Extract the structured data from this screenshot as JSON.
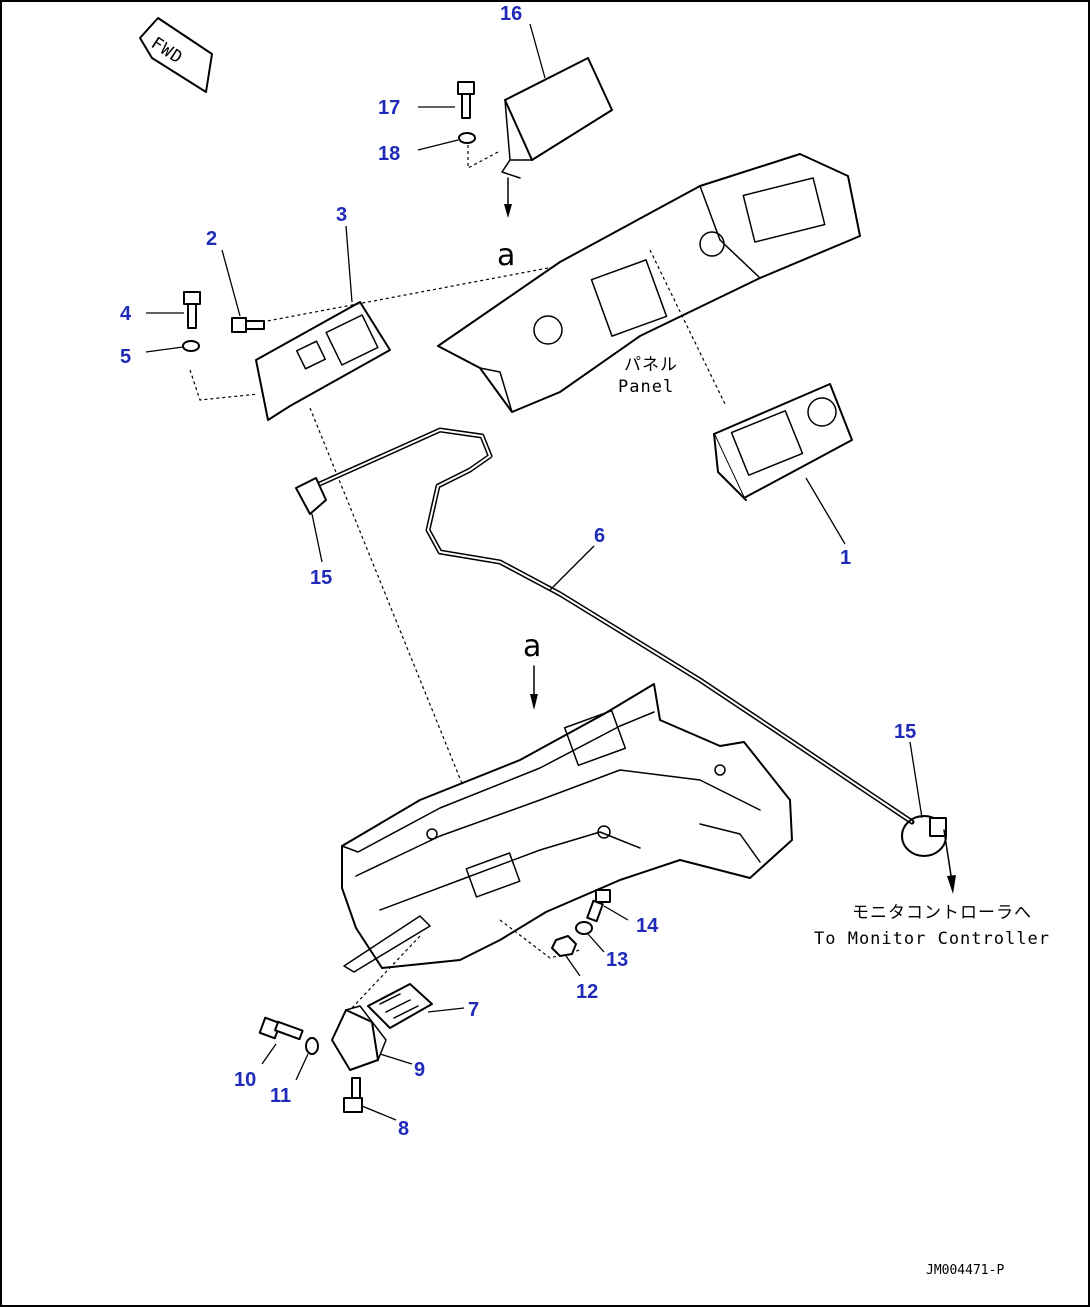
{
  "figure": {
    "code": "JM004471-P",
    "fwd_label": "FWD",
    "ref_letter_top": "a",
    "ref_letter_main": "a"
  },
  "annotations": {
    "panel_jp": "パネル",
    "panel_en": "Panel",
    "controller_jp": "モニタコントローラへ",
    "controller_en": "To Monitor Controller"
  },
  "callouts": [
    {
      "id": "c1",
      "label": "1"
    },
    {
      "id": "c2",
      "label": "2"
    },
    {
      "id": "c3",
      "label": "3"
    },
    {
      "id": "c4",
      "label": "4"
    },
    {
      "id": "c5",
      "label": "5"
    },
    {
      "id": "c6",
      "label": "6"
    },
    {
      "id": "c7",
      "label": "7"
    },
    {
      "id": "c8",
      "label": "8"
    },
    {
      "id": "c9",
      "label": "9"
    },
    {
      "id": "c10",
      "label": "10"
    },
    {
      "id": "c11",
      "label": "11"
    },
    {
      "id": "c12",
      "label": "12"
    },
    {
      "id": "c13",
      "label": "13"
    },
    {
      "id": "c14",
      "label": "14"
    },
    {
      "id": "c15a",
      "label": "15"
    },
    {
      "id": "c15b",
      "label": "15"
    },
    {
      "id": "c16",
      "label": "16"
    },
    {
      "id": "c17",
      "label": "17"
    },
    {
      "id": "c18",
      "label": "18"
    }
  ],
  "colors": {
    "callout": "#1f2bb8",
    "line": "#000000"
  }
}
